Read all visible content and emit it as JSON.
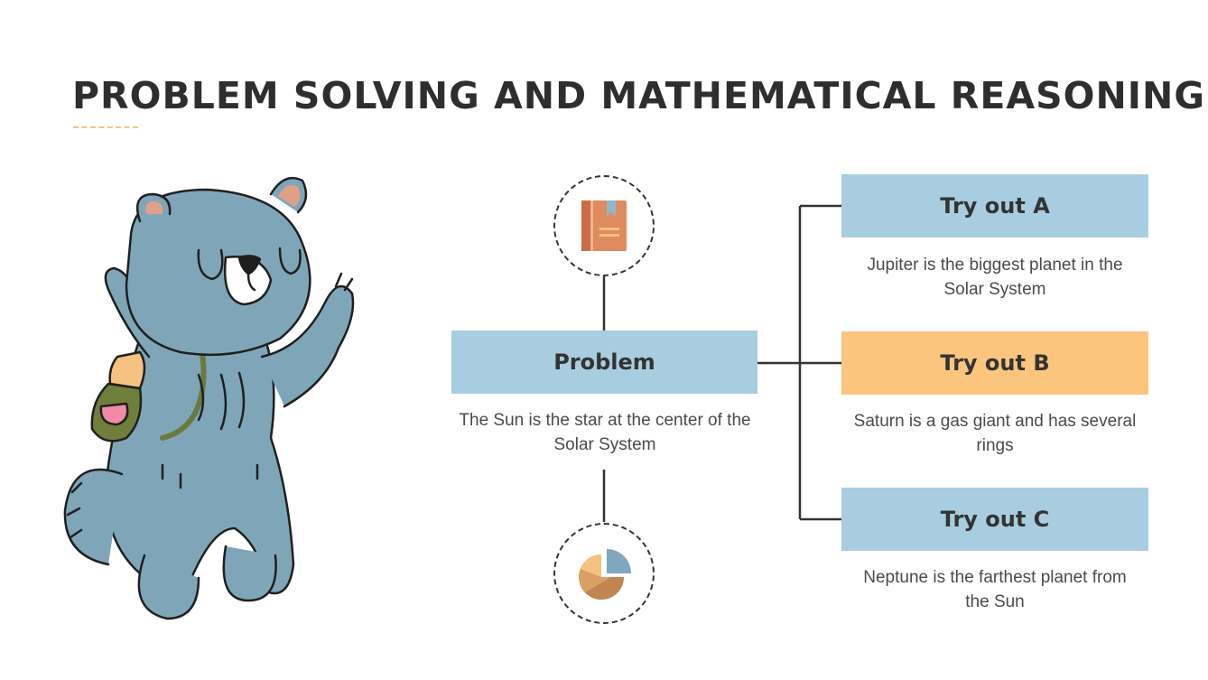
{
  "title": "Problem solving and mathematical reasoning",
  "problem": {
    "label": "Problem",
    "description": "The Sun is the star at the center of the Solar System",
    "top_icon": "book-icon",
    "bottom_icon": "pie-chart-icon"
  },
  "tryouts": [
    {
      "label": "Try out A",
      "description": "Jupiter is the biggest planet in the Solar System",
      "color": "#a8cde0"
    },
    {
      "label": "Try out B",
      "description": "Saturn is a gas giant and has several rings",
      "color": "#fbc57e"
    },
    {
      "label": "Try out C",
      "description": "Neptune is the farthest planet from the Sun",
      "color": "#a8cde0"
    }
  ],
  "illustration": "bear-illustration",
  "colors": {
    "blue": "#a8cde0",
    "orange": "#fbc57e",
    "accent": "#f6c27f",
    "line": "#333333"
  }
}
